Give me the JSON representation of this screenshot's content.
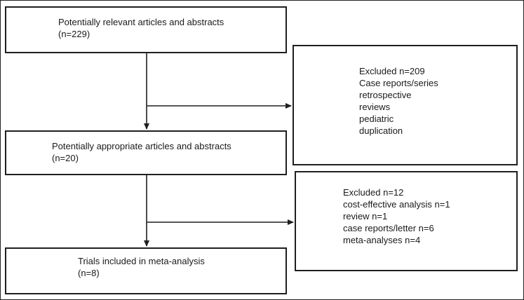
{
  "boxes": {
    "identified": {
      "lines": [
        "Potentially relevant articles and abstracts",
        "(n=229)"
      ]
    },
    "excluded_first": {
      "lines": [
        "Excluded n=209",
        "Case reports/series",
        "retrospective",
        "reviews",
        "pediatric",
        "duplication"
      ]
    },
    "screened": {
      "lines": [
        "Potentially appropriate articles and abstracts",
        "(n=20)"
      ]
    },
    "excluded_second": {
      "lines": [
        "Excluded n=12",
        "cost-effective analysis n=1",
        "review n=1",
        "case reports/letter n=6",
        "meta-analyses n=4"
      ]
    },
    "included": {
      "lines": [
        "Trials included in meta-analysis",
        "(n=8)"
      ]
    }
  },
  "colors": {
    "stroke": "#1f1f1f",
    "background": "#ffffff",
    "text": "#1a1a1a"
  }
}
